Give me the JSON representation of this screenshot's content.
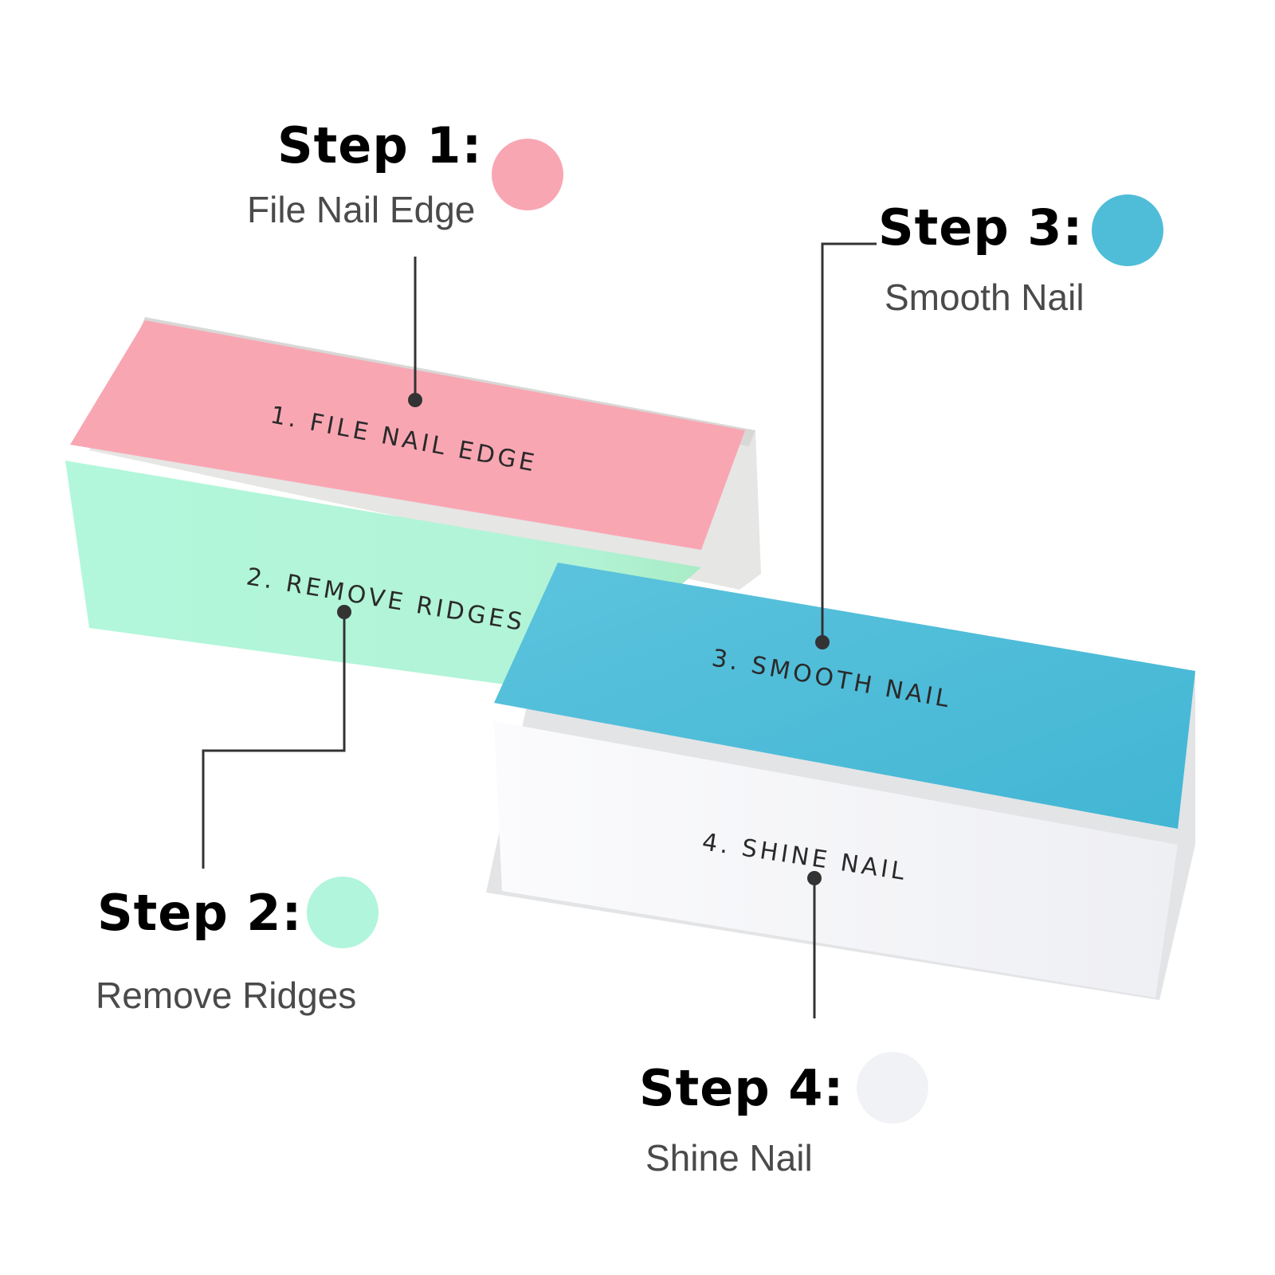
{
  "steps": [
    {
      "title": "Step 1:",
      "description": "File Nail Edge",
      "color": "#f9a6b3",
      "face_label": "1. FILE NAIL EDGE"
    },
    {
      "title": "Step 2:",
      "description": "Remove Ridges",
      "color": "#b0f5dc",
      "face_label": "2. REMOVE RIDGES"
    },
    {
      "title": "Step 3:",
      "description": "Smooth Nail",
      "color": "#4fbdd8",
      "face_label": "3. SMOOTH NAIL"
    },
    {
      "title": "Step 4:",
      "description": "Shine Nail",
      "color": "#f1f2f6",
      "face_label": "4. SHINE NAIL"
    }
  ]
}
